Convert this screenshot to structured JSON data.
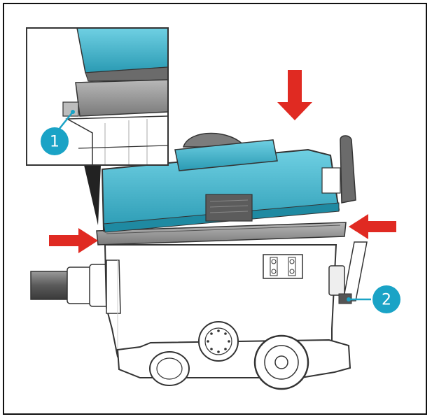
{
  "callouts": [
    {
      "label": "1"
    },
    {
      "label": "2"
    }
  ],
  "colors": {
    "lid": "#3db6d0",
    "lid_dark": "#2a9ab3",
    "arrow": "#e02a22",
    "callout": "#1aa3c6",
    "body": "#ffffff",
    "outline": "#333333",
    "seal": "#8a8a8a"
  },
  "icons": [
    "press-down-arrow",
    "press-left-arrow",
    "press-right-arrow",
    "magnifier-inset",
    "latch-clip",
    "lid-handle"
  ]
}
